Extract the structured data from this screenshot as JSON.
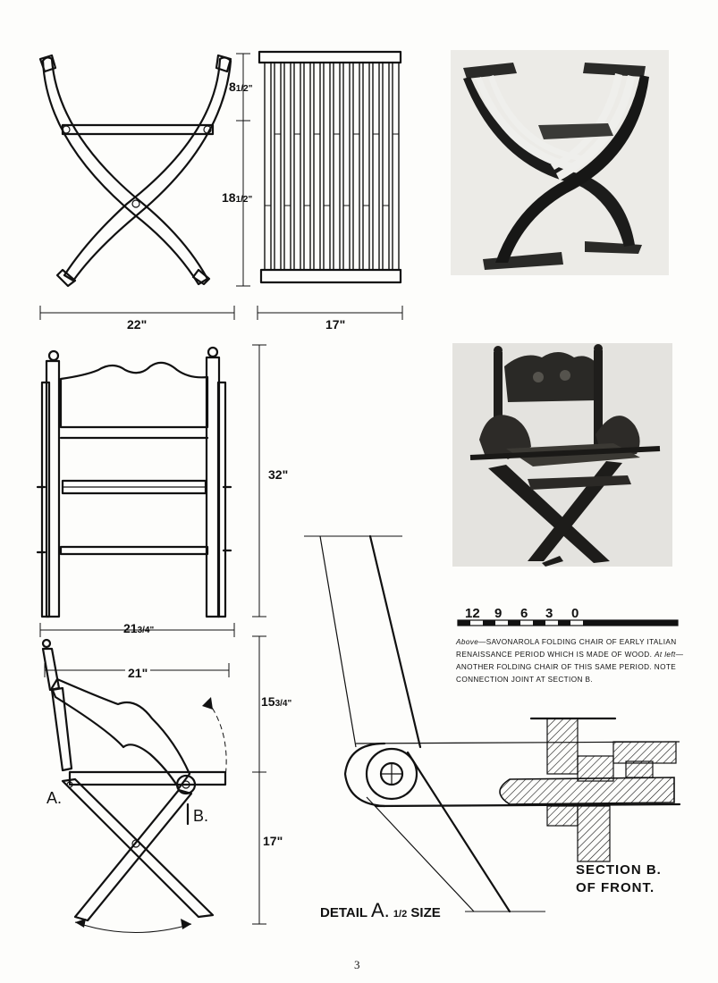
{
  "dimensions": {
    "top_side_width": "22\"",
    "top_front_width": "17\"",
    "back_upper_height_whole": "8",
    "back_upper_height_fraction": "1/2\"",
    "seat_height_whole": "18",
    "seat_height_fraction": "1/2\"",
    "front_height": "32\"",
    "front_width_whole": "21",
    "front_width_fraction": "3/4\"",
    "side_width": "21\"",
    "side_upper_height_whole": "15",
    "side_upper_height_fraction": "3/4\"",
    "side_lower_height": "17\""
  },
  "scale": {
    "ticks": [
      "12",
      "9",
      "6",
      "3",
      "0"
    ]
  },
  "labels": {
    "point_a": "A.",
    "point_b": "B.",
    "detail_a_text": "DETAIL",
    "detail_a_letter": "A.",
    "detail_a_fraction": "1/2",
    "detail_a_size": "SIZE",
    "section_b_line1": "SECTION B.",
    "section_b_line2": "OF FRONT."
  },
  "caption": {
    "above_label": "Above",
    "above_text": "—SAVONAROLA FOLDING CHAIR OF EARLY ITALIAN RENAISSANCE PERIOD WHICH IS MADE OF WOOD.",
    "left_label": "At left",
    "left_text": "—ANOTHER FOLDING CHAIR OF THIS SAME PERIOD. NOTE CONNECTION JOINT AT SECTION B."
  },
  "page_number": "3"
}
